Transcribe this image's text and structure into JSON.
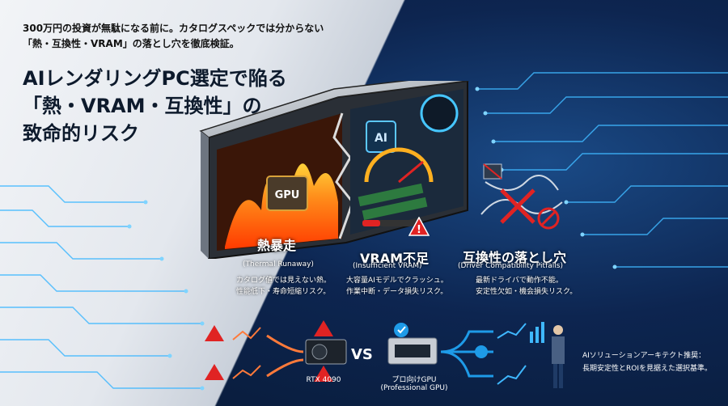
{
  "intro": {
    "line1": "300万円の投資が無駄になる前に。カタログスペックでは分からない",
    "line2": "「熱・互換性・VRAM」の落とし穴を徹底検証。"
  },
  "title": {
    "line1": "AIレンダリングPC選定で陥る",
    "line2": "「熱・VRAM・互換性」の",
    "line3": "致命的リスク"
  },
  "pc": {
    "gpu_chip": "GPU",
    "ai_badge": "AI"
  },
  "sections": [
    {
      "title": "熱暴走",
      "subtitle": "(Thermal Runaway)",
      "desc1": "カタログ値では見えない熱。",
      "desc2": "性能低下・寿命短縮リスク。"
    },
    {
      "title": "VRAM不足",
      "subtitle": "(Insufficient VRAM)",
      "desc1": "大容量AIモデルでクラッシュ。",
      "desc2": "作業中断・データ損失リスク。"
    },
    {
      "title": "互換性の落とし穴",
      "subtitle": "(Driver Compatibility Pitfalls)",
      "desc1": "最新ドライバで動作不能。",
      "desc2": "安定性欠如・機会損失リスク。"
    }
  ],
  "comparison": {
    "left_gpu": "RTX 4090",
    "vs": "VS",
    "right_gpu_line1": "プロ向けGPU",
    "right_gpu_line2": "(Professional GPU)"
  },
  "recommendation": {
    "line1": "AIソリューションアーキテクト推奨：",
    "line2": "長期安定性とROIを見据えた選択基準。"
  },
  "colors": {
    "warning": "#e02323",
    "check": "#1e9be8",
    "flame": "#ff6a00",
    "circuit": "#3fb8ff"
  }
}
